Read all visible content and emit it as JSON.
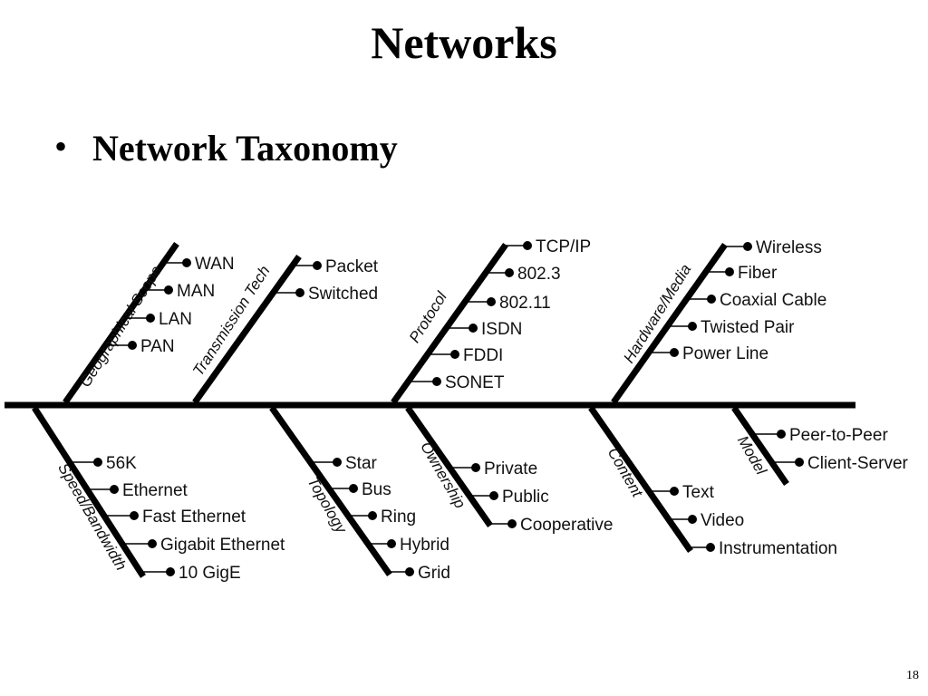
{
  "title": "Networks",
  "bullet": {
    "glyph": "•",
    "text": "Network Taxonomy"
  },
  "page_number": "18",
  "diagram": {
    "categories": [
      {
        "id": "geographical-scope",
        "label": "Geographical Scope",
        "items": [
          "WAN",
          "MAN",
          "LAN",
          "PAN"
        ]
      },
      {
        "id": "transmission-tech",
        "label": "Transmission Tech",
        "items": [
          "Packet",
          "Switched"
        ]
      },
      {
        "id": "protocol",
        "label": "Protocol",
        "items": [
          "TCP/IP",
          "802.3",
          "802.11",
          "ISDN",
          "FDDI",
          "SONET"
        ]
      },
      {
        "id": "hardware-media",
        "label": "Hardware/Media",
        "items": [
          "Wireless",
          "Fiber",
          "Coaxial Cable",
          "Twisted Pair",
          "Power Line"
        ]
      },
      {
        "id": "speed-bandwidth",
        "label": "Speed/Bandwidth",
        "items": [
          "56K",
          "Ethernet",
          "Fast Ethernet",
          "Gigabit Ethernet",
          "10 GigE"
        ]
      },
      {
        "id": "topology",
        "label": "Topology",
        "items": [
          "Star",
          "Bus",
          "Ring",
          "Hybrid",
          "Grid"
        ]
      },
      {
        "id": "ownership",
        "label": "Ownership",
        "items": [
          "Private",
          "Public",
          "Cooperative"
        ]
      },
      {
        "id": "content",
        "label": "Content",
        "items": [
          "Text",
          "Video",
          "Instrumentation"
        ]
      },
      {
        "id": "model",
        "label": "Model",
        "items": [
          "Peer-to-Peer",
          "Client-Server"
        ]
      }
    ]
  }
}
